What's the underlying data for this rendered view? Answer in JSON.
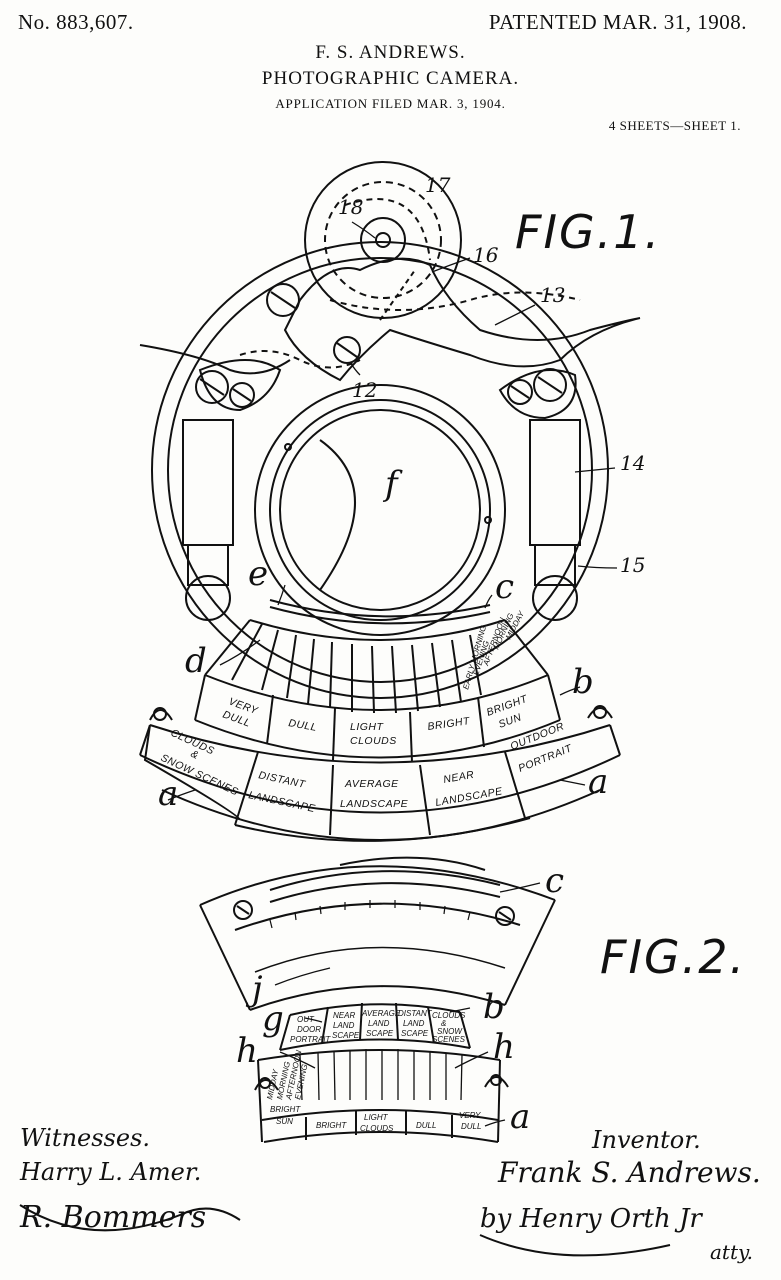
{
  "header": {
    "patent_number": "No. 883,607.",
    "patent_date": "PATENTED MAR. 31, 1908.",
    "inventor": "F. S. ANDREWS.",
    "title": "PHOTOGRAPHIC CAMERA.",
    "filed": "APPLICATION FILED MAR. 3, 1904.",
    "sheets": "4 SHEETS—SHEET 1."
  },
  "figures": {
    "fig1": "FIG.1.",
    "fig2": "FIG.2."
  },
  "fig1": {
    "refs": {
      "r17": "17",
      "r18": "18",
      "r16": "16",
      "r13": "13",
      "r12": "12",
      "f": "f",
      "r14": "14",
      "r15": "15",
      "e": "e",
      "c": "c",
      "d": "d",
      "b": "b",
      "a_left": "a",
      "a_right": "a"
    },
    "light_scale": {
      "very_dull": [
        "VERY",
        "DULL"
      ],
      "dull": "DULL",
      "light_clouds": [
        "LIGHT",
        "CLOUDS"
      ],
      "bright": "BRIGHT",
      "bright_sun": [
        "BRIGHT",
        "SUN"
      ],
      "times": [
        "MIDDAY",
        "MORNING",
        "AFTERNOON",
        "EVENING",
        "EARLY MORNING"
      ]
    },
    "subject_scale": {
      "clouds": [
        "CLOUDS",
        "&",
        "SNOW SCENES"
      ],
      "distant": [
        "DISTANT",
        "LANDSCAPE"
      ],
      "average": [
        "AVERAGE",
        "LANDSCAPE"
      ],
      "near": [
        "NEAR",
        "LANDSCAPE"
      ],
      "outdoor": [
        "OUTDOOR",
        "PORTRAIT"
      ]
    }
  },
  "fig2": {
    "refs": {
      "c": "c",
      "j": "j",
      "g": "g",
      "b": "b",
      "h_left": "h",
      "h_right": "h",
      "a": "a"
    },
    "subject_scale": {
      "outdoor": [
        "OUT",
        "DOOR",
        "PORTRAIT"
      ],
      "near": [
        "NEAR",
        "LAND",
        "SCAPE"
      ],
      "average": [
        "AVERAGE",
        "LAND",
        "SCAPE"
      ],
      "distant": [
        "DISTANT",
        "LAND",
        "SCAPE"
      ],
      "clouds": [
        "CLOUDS",
        "&",
        "SNOW",
        "SCENES"
      ]
    },
    "light_scale": {
      "bright_sun": [
        "BRIGHT",
        "SUN"
      ],
      "bright": "BRIGHT",
      "light_clouds": [
        "LIGHT",
        "CLOUDS"
      ],
      "dull": "DULL",
      "very_dull": [
        "VERY",
        "DULL"
      ],
      "times": [
        "MIDDAY",
        "MORNING",
        "AFTERNOON",
        "EVENING"
      ]
    }
  },
  "signatures": {
    "witnesses_label": "Witnesses.",
    "witness_1": "Harry L. Amer.",
    "witness_2": "R. Bommers",
    "inventor_label": "Inventor.",
    "inventor_name": "Frank S. Andrews.",
    "attorney": "by Henry Orth Jr",
    "atty": "atty."
  }
}
